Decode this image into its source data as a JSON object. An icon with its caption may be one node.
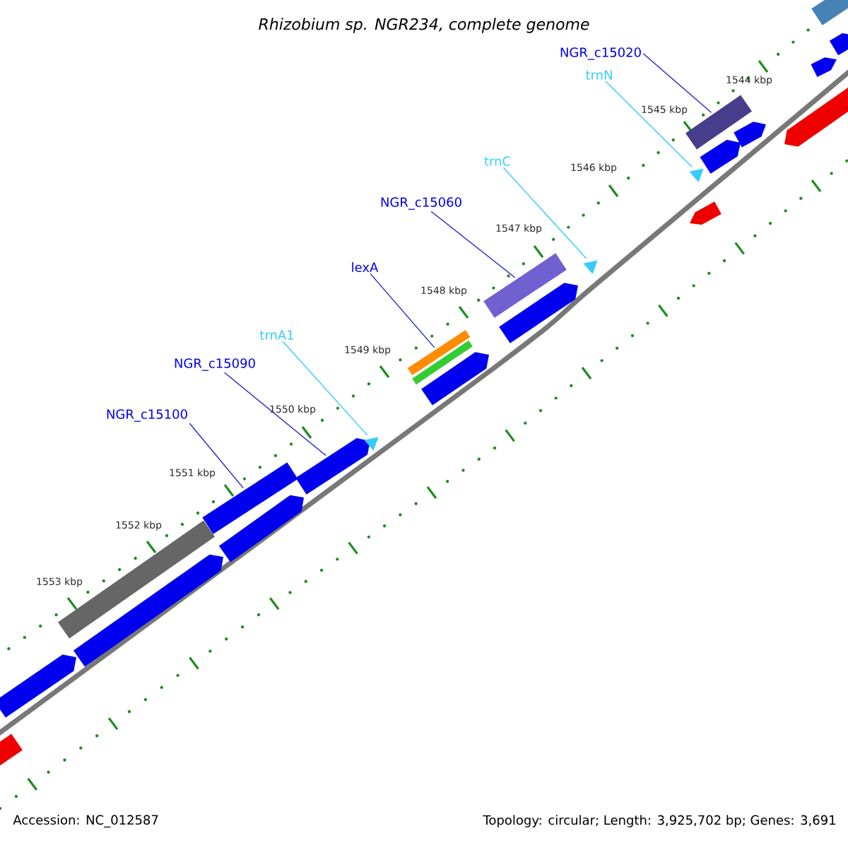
{
  "diagram": {
    "title": "Rhizobium sp. NGR234, complete genome",
    "nodes": [
      {
        "text": [
          "NGR_c15020"
        ]
      },
      {
        "text": [
          "trnN"
        ]
      },
      {
        "text": [
          "trnC"
        ]
      },
      {
        "text": [
          "NGR_c15060"
        ]
      },
      {
        "text": [
          "lexA"
        ]
      },
      {
        "text": [
          "trnA1"
        ]
      },
      {
        "text": [
          "NGR_c15090"
        ]
      },
      {
        "text": [
          "NGR_c15100"
        ]
      },
      {
        "text": [],
        "shape": "bar"
      },
      {
        "text": [],
        "shape": "arrow"
      },
      {
        "text": [],
        "shape": "bar"
      },
      {
        "text": [],
        "shape": "arrow"
      },
      {
        "text": [],
        "shape": "bar"
      },
      {
        "text": [],
        "shape": "arrow"
      },
      {
        "text": [],
        "shape": "arrow"
      },
      {
        "text": [],
        "shape": "triangle"
      },
      {
        "text": [],
        "shape": "bar"
      },
      {
        "text": [],
        "shape": "bar"
      },
      {
        "text": [],
        "shape": "arrow"
      },
      {
        "text": [],
        "shape": "bar"
      },
      {
        "text": [],
        "shape": "arrow"
      },
      {
        "text": [],
        "shape": "triangle"
      },
      {
        "text": [],
        "shape": "triangle"
      },
      {
        "text": [],
        "shape": "arrow"
      },
      {
        "text": [],
        "shape": "bar"
      },
      {
        "text": [],
        "shape": "arrow"
      },
      {
        "text": [],
        "shape": "arrow"
      },
      {
        "text": [],
        "shape": "arrow"
      },
      {
        "text": [],
        "shape": "arrow"
      },
      {
        "text": [],
        "shape": "bar"
      },
      {
        "text": [],
        "shape": "arrow"
      }
    ],
    "edges": [
      {
        "from": 0,
        "to": 24,
        "arrow": "none"
      },
      {
        "from": 1,
        "to": 22,
        "arrow": "none",
        "color": "#33ccff"
      },
      {
        "from": 2,
        "to": 21,
        "arrow": "none",
        "color": "#33ccff"
      },
      {
        "from": 3,
        "to": 19,
        "arrow": "none"
      },
      {
        "from": 4,
        "to": 16,
        "arrow": "none"
      },
      {
        "from": 5,
        "to": 15,
        "arrow": "none",
        "color": "#33ccff"
      },
      {
        "from": 6,
        "to": 14,
        "arrow": "none"
      },
      {
        "from": 7,
        "to": 12,
        "arrow": "none"
      }
    ],
    "labels": [
      "1544 kbp",
      "1545 kbp",
      "1546 kbp",
      "1547 kbp",
      "1548 kbp",
      "1549 kbp",
      "1550 kbp",
      "1551 kbp",
      "1552 kbp",
      "1553 kbp",
      "Accession: NC_012587",
      "Topology: circular; Length: 3,925,702 bp; Genes: 3,691"
    ]
  }
}
